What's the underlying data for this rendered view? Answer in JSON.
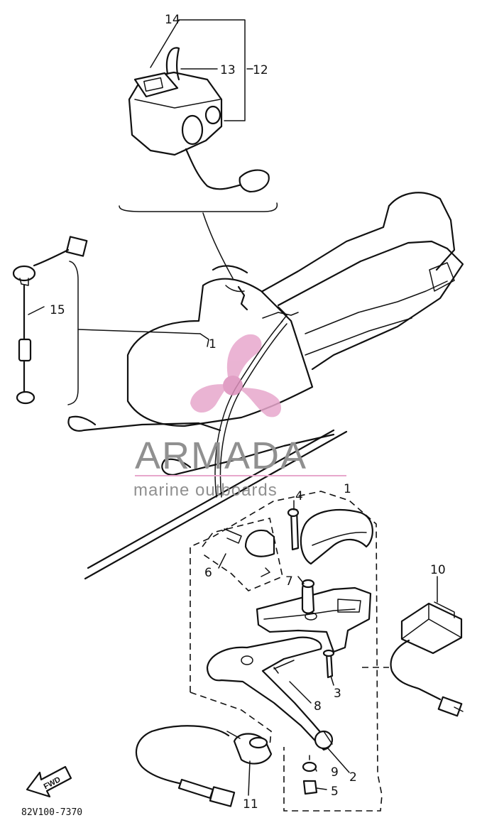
{
  "diagram": {
    "callouts": {
      "c14": "14",
      "c13": "13",
      "c12": "12",
      "c15": "15",
      "c1a": "1",
      "c1b": "1",
      "c4": "4",
      "c6": "6",
      "c7": "7",
      "c10": "10",
      "c3": "3",
      "c8": "8",
      "c2": "2",
      "c9": "9",
      "c5": "5",
      "c11": "11"
    },
    "diagram_code": "82V100-7370",
    "direction_arrow_label": "FWD"
  },
  "watermark": {
    "brand": "ARMADA",
    "tagline": "marine outboards",
    "logo_color": "#e7a7cc",
    "text_color": "#909090"
  }
}
